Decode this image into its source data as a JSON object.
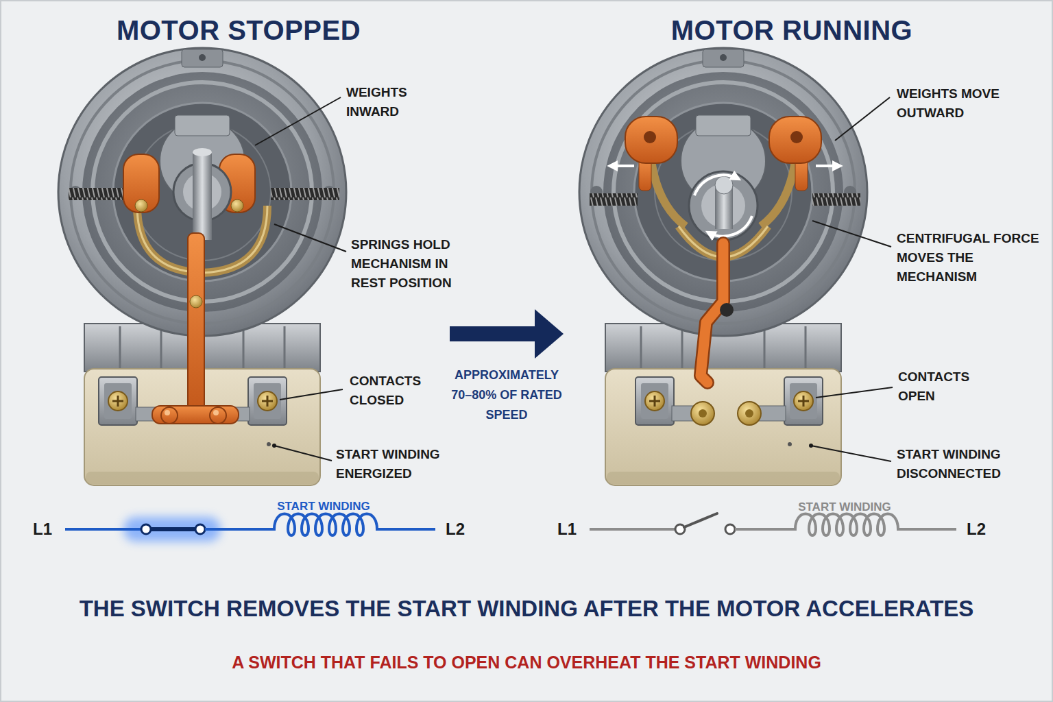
{
  "diagram": {
    "caption": "THE SWITCH REMOVES THE START WINDING AFTER THE MOTOR ACCELERATES",
    "nodes": [
      {
        "text": [
          "MOTOR STOPPED"
        ]
      },
      {
        "text": [
          "MOTOR RUNNING"
        ]
      }
    ],
    "edges": [
      {
        "from": 0,
        "to": 1,
        "arrow": "to",
        "label": "APPROXIMATELY 70–80% OF RATED SPEED"
      }
    ],
    "labels": [
      "WEIGHTS INWARD",
      "SPRINGS HOLD MECHANISM IN REST POSITION",
      "CONTACTS CLOSED",
      "START WINDING ENERGIZED",
      "WEIGHTS MOVE OUTWARD",
      "CENTRIFUGAL FORCE MOVES THE MECHANISM",
      "CONTACTS OPEN",
      "START WINDING DISCONNECTED",
      "L1",
      "START WINDING",
      "L2",
      "L1",
      "START WINDING",
      "L2",
      "A SWITCH THAT FAILS TO OPEN CAN OVERHEAT THE START WINDING"
    ]
  }
}
